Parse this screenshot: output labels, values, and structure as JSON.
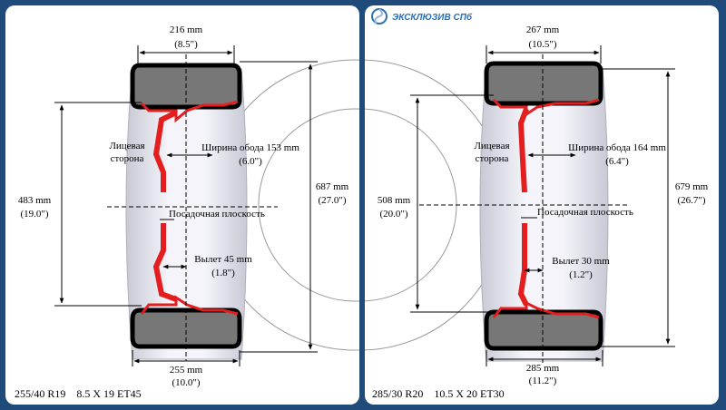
{
  "brand": {
    "logo_text": "ЭКСКЛЮЗИВ СПб",
    "logo_icon": "triskelion-logo-icon"
  },
  "left": {
    "section_width": {
      "mm": "216 mm",
      "in": "(8.5\")"
    },
    "rim_height": {
      "mm": "483 mm",
      "in": "(19.0\")"
    },
    "outer_diameter": {
      "mm": "687 mm",
      "in": "(27.0\")"
    },
    "face_side": {
      "line1": "Лицевая",
      "line2": "сторона"
    },
    "rim_width": {
      "mm": "Ширина обода 153 mm",
      "in": "(6.0\")"
    },
    "mounting_plane": "Посадочная плоскость",
    "offset": {
      "mm": "Вылет 45 mm",
      "in": "(1.8\")"
    },
    "tread_width": {
      "mm": "255 mm",
      "in": "(10.0\")"
    },
    "spec": "255/40 R19    8.5 X 19 ET45"
  },
  "right": {
    "section_width": {
      "mm": "267 mm",
      "in": "(10.5\")"
    },
    "rim_height": {
      "mm": "508 mm",
      "in": "(20.0\")"
    },
    "outer_diameter": {
      "mm": "679 mm",
      "in": "(26.7\")"
    },
    "face_side": {
      "line1": "Лицевая",
      "line2": "сторона"
    },
    "rim_width": {
      "mm": "Ширина обода 164 mm",
      "in": "(6.4\")"
    },
    "mounting_plane": "Посадочная плоскость",
    "offset": {
      "mm": "Вылет 30 mm",
      "in": "(1.2\")"
    },
    "tread_width": {
      "mm": "285 mm",
      "in": "(11.2\")"
    },
    "spec": "285/30 R20    10.5 X 20 ET30"
  },
  "colors": {
    "background": "#1f4a7a",
    "rim": "#e41e1e",
    "tire": "#777777",
    "circle": "#9a9a9a"
  }
}
